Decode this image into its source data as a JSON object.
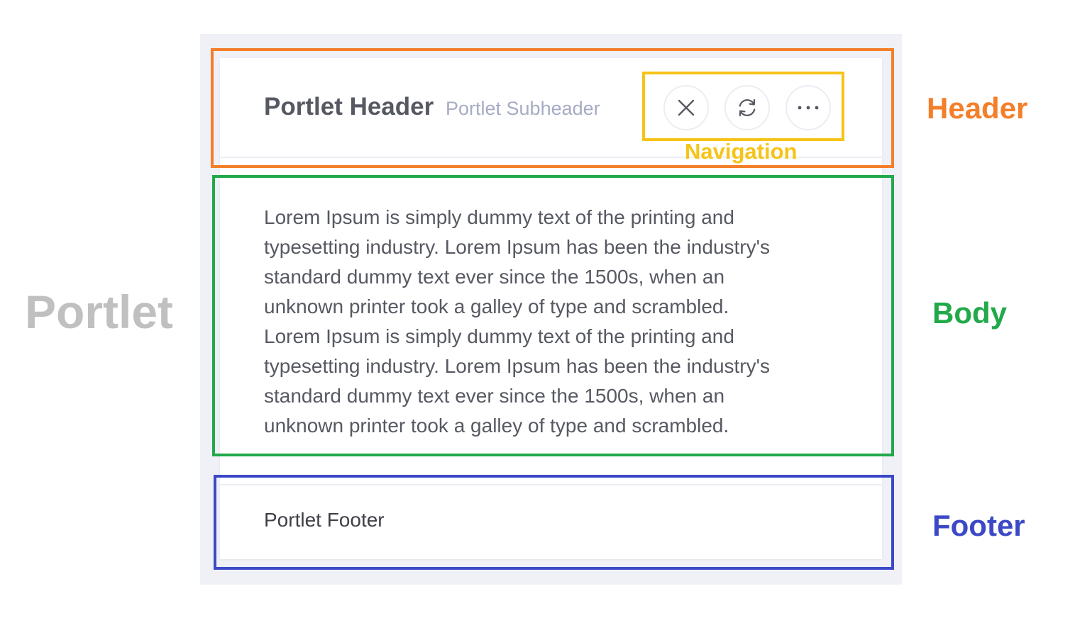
{
  "portlet": {
    "title": "Portlet Header",
    "subtitle": "Portlet Subheader",
    "body_lines": [
      "Lorem Ipsum is simply dummy text of the printing and",
      "typesetting industry. Lorem Ipsum has been the industry's",
      "standard dummy text ever since the 1500s, when an",
      "unknown printer took a galley of type and scrambled.",
      "Lorem Ipsum is simply dummy text of the printing and",
      "typesetting industry. Lorem Ipsum has been the industry's",
      "standard dummy text ever since the 1500s, when an",
      "unknown printer took a galley of type and scrambled."
    ],
    "footer": "Portlet Footer",
    "nav_buttons": [
      "close-icon",
      "reload-icon",
      "more-horizontal-icon"
    ]
  },
  "annotations": {
    "portlet": "Portlet",
    "header": "Header",
    "navigation": "Navigation",
    "body": "Body",
    "footer": "Footer"
  },
  "colors": {
    "header": "#f47f2a",
    "navigation": "#f6c418",
    "body": "#22a94a",
    "footer": "#3c49c7",
    "portlet_label": "#c0c0c0",
    "portlet_background": "#f0f1f7"
  }
}
